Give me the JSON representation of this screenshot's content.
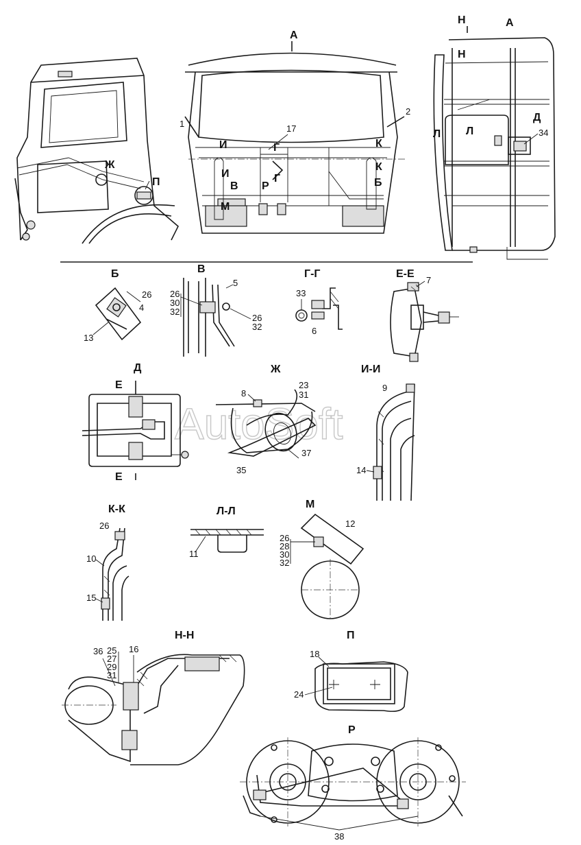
{
  "watermark": "AutoSoft",
  "main_views": {
    "view_a_label": "А",
    "view_a_right_label": "А",
    "view_n_label": "Н",
    "callouts": {
      "zh": "Ж",
      "p": "П",
      "i1": "И",
      "i2": "И",
      "g1": "Г",
      "g2": "Г",
      "k1": "К",
      "k2": "К",
      "b": "Б",
      "v": "В",
      "r": "Р",
      "m": "М",
      "n2": "Н",
      "l1": "Л",
      "l2": "Л",
      "d": "Д"
    },
    "numbers": {
      "n1": "1",
      "n2": "2",
      "n17": "17",
      "n34": "34"
    }
  },
  "details": {
    "b": {
      "title": "Б",
      "n1": "26",
      "n2": "4",
      "n3": "13"
    },
    "v": {
      "title": "В",
      "n1": "5",
      "n2": "26",
      "n3": "30",
      "n4": "32",
      "n5": "26",
      "n6": "32"
    },
    "gg": {
      "title": "Г-Г",
      "n1": "33",
      "n2": "6"
    },
    "ee": {
      "title": "Е-Е",
      "n1": "7"
    },
    "d": {
      "title": "Д",
      "sec1": "Е",
      "sec2": "Е"
    },
    "zh": {
      "title": "Ж",
      "n1": "8",
      "n2": "23",
      "n3": "31",
      "n4": "37",
      "n5": "35"
    },
    "ii": {
      "title": "И-И",
      "n1": "9",
      "n2": "14"
    },
    "kk": {
      "title": "К-К",
      "n1": "26",
      "n2": "10",
      "n3": "15"
    },
    "ll": {
      "title": "Л-Л",
      "n1": "11"
    },
    "m": {
      "title": "М",
      "n1": "12",
      "n2": "26",
      "n3": "28",
      "n4": "30",
      "n5": "32"
    },
    "nn": {
      "title": "Н-Н",
      "n1": "36",
      "n2": "25",
      "n3": "27",
      "n4": "29",
      "n5": "31",
      "n6": "16"
    },
    "p": {
      "title": "П",
      "n1": "18",
      "n2": "24"
    },
    "r": {
      "title": "Р",
      "n1": "38"
    }
  }
}
